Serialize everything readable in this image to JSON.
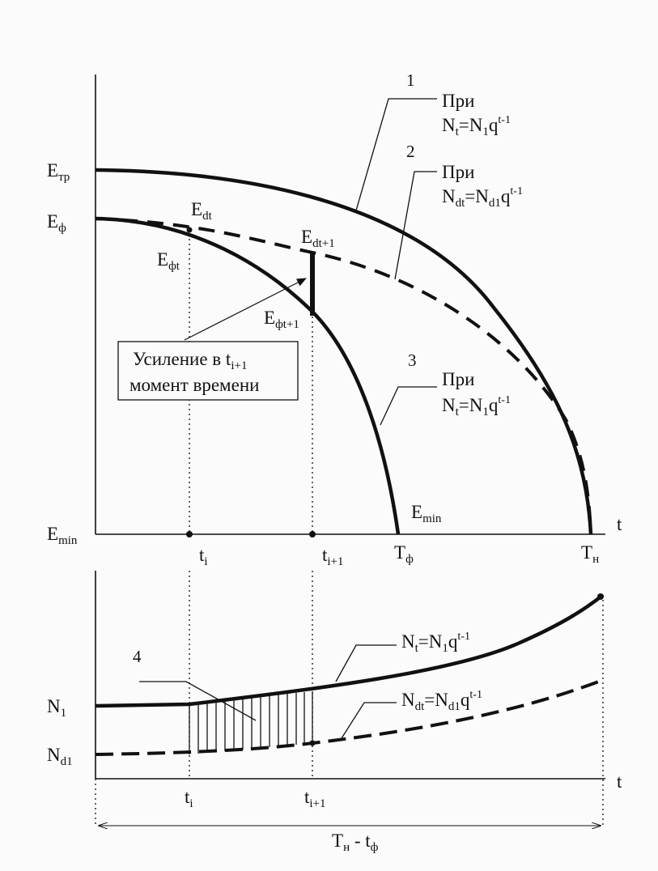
{
  "colors": {
    "ink": "#111111",
    "paper": "#fbfbfb"
  },
  "top": {
    "y_labels": {
      "etr": {
        "main": "E",
        "sub": "тр"
      },
      "ef": {
        "main": "E",
        "sub": "ф"
      },
      "emin": {
        "main": "E",
        "sub": "min"
      }
    },
    "x_labels": {
      "ti": {
        "main": "t",
        "sub": "i"
      },
      "ti1": {
        "main": "t",
        "sub": "i+1"
      },
      "tf": {
        "main": "T",
        "sub": "ф"
      },
      "tn": {
        "main": "T",
        "sub": "н"
      },
      "t": "t"
    },
    "points": {
      "edt": {
        "main": "E",
        "sub": "dt"
      },
      "eft": {
        "main": "E",
        "sub": "фt"
      },
      "edt1": {
        "main": "E",
        "sub": "dt+1"
      },
      "eft1": {
        "main": "E",
        "sub": "фt+1"
      },
      "emin": {
        "main": "E",
        "sub": "min"
      }
    },
    "curves": [
      {
        "num": "1",
        "pri": "При",
        "f": {
          "a": "N",
          "as": "t",
          "b": "=N",
          "bs": "1",
          "c": "q",
          "sup": "t-1"
        }
      },
      {
        "num": "2",
        "pri": "При",
        "f": {
          "a": "N",
          "as": "dt",
          "b": "=N",
          "bs": "d1",
          "c": "q",
          "sup": "t-1"
        }
      },
      {
        "num": "3",
        "pri": "При",
        "f": {
          "a": "N",
          "as": "t",
          "b": "=N",
          "bs": "1",
          "c": "q",
          "sup": "t-1"
        }
      }
    ],
    "box": {
      "line1a": "Усиление в t",
      "line1sub": "i+1",
      "line2": "момент времени"
    }
  },
  "bottom": {
    "y_labels": {
      "n1": {
        "main": "N",
        "sub": "1"
      },
      "nd1": {
        "main": "N",
        "sub": "d1"
      }
    },
    "x_labels": {
      "ti": {
        "main": "t",
        "sub": "i"
      },
      "ti1": {
        "main": "t",
        "sub": "i+1"
      },
      "t": "t"
    },
    "curve_labels": [
      {
        "a": "N",
        "as": "t",
        "b": "=N",
        "bs": "1",
        "c": "q",
        "sup": "t-1"
      },
      {
        "a": "N",
        "as": "dt",
        "b": "=N",
        "bs": "d1",
        "c": "q",
        "sup": "t-1"
      }
    ],
    "hatch_label": "4",
    "span": {
      "a": "T",
      "as": "н",
      "mid": " - t",
      "bs": "ф"
    }
  }
}
